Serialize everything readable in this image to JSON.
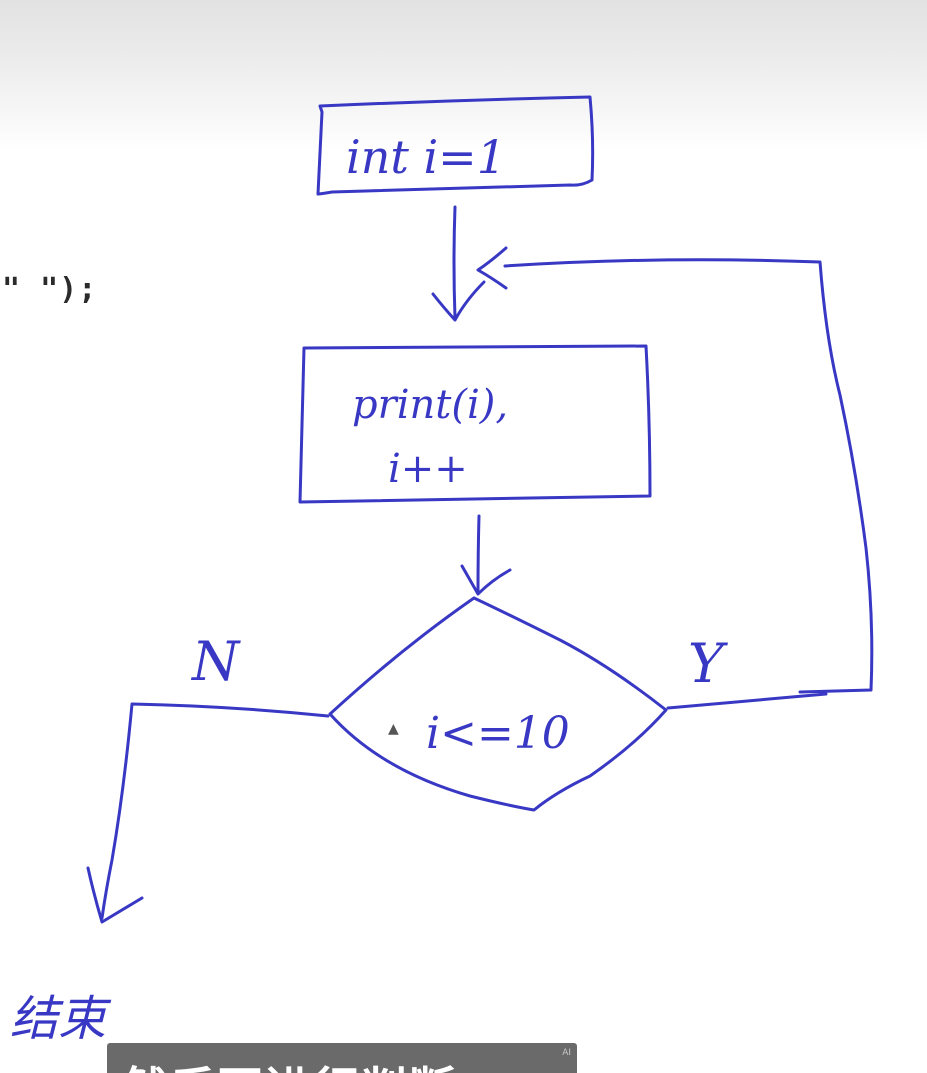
{
  "code_fragment": "\" \");",
  "flowchart": {
    "init_label": "int i=1",
    "body_line1": "print(i),",
    "body_line2": "i++",
    "condition": "i<=10",
    "yes_label": "Y",
    "no_label": "N",
    "end_label": "结束"
  },
  "subtitle": {
    "text": "然后再进行判断",
    "badge": "AI"
  },
  "colors": {
    "ink": "#3838c4",
    "code": "#2b2b2b",
    "subtitle_bg": "#5a5a5a"
  }
}
